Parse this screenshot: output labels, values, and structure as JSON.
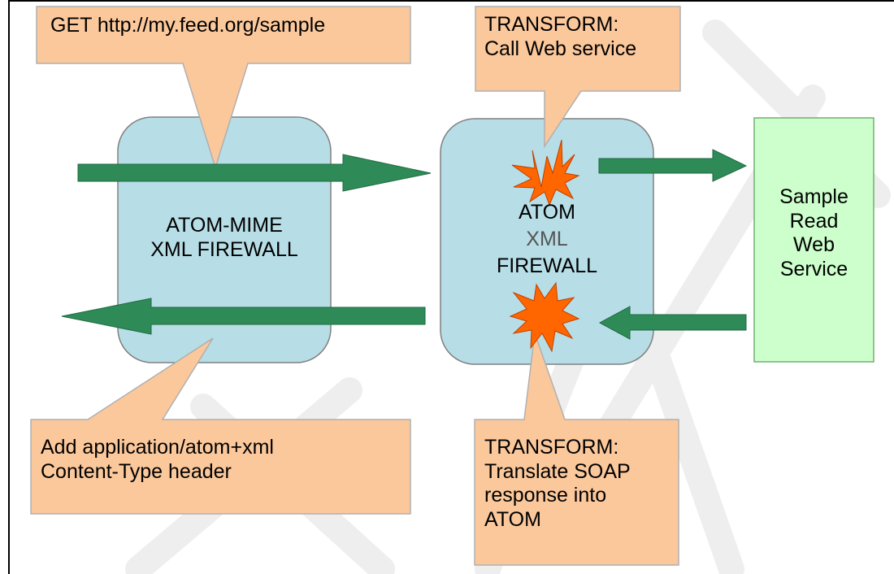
{
  "colors": {
    "firewall_fill": "#b7dde6",
    "service_fill": "#ccffcc",
    "callout_fill": "#fbc89c",
    "arrow_fill": "#2e8b57",
    "burst_fill": "#ff6600",
    "watermark": "#eeeeee"
  },
  "callouts": {
    "get_request": "GET http://my.feed.org/sample",
    "transform_call_l1": "TRANSFORM:",
    "transform_call_l2": "Call Web service",
    "add_header_l1": "Add application/atom+xml",
    "add_header_l2": "Content-Type header",
    "transform_translate_l1": "TRANSFORM:",
    "transform_translate_l2": "Translate SOAP",
    "transform_translate_l3": "response into",
    "transform_translate_l4": "ATOM"
  },
  "boxes": {
    "atom_mime_l1": "ATOM-MIME",
    "atom_mime_l2": "XML FIREWALL",
    "atom_l1": "ATOM",
    "atom_l2": "XML",
    "atom_l3": "FIREWALL",
    "service_l1": "Sample",
    "service_l2": "Read",
    "service_l3": "Web",
    "service_l4": "Service"
  },
  "icons": [
    "transform-burst-icon",
    "arrow-icon"
  ]
}
